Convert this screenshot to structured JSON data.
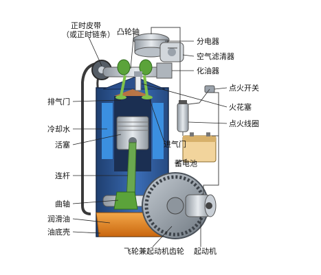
{
  "labels": {
    "timing_belt_line1": "正时皮带",
    "timing_belt_line2": "（或正时链条）",
    "camshaft": "凸轮轴",
    "distributor": "分电器",
    "air_filter": "空气滤清器",
    "carburetor": "化油器",
    "ignition_switch": "点火开关",
    "exhaust_valve": "排气门",
    "spark_plug": "火花塞",
    "ignition_coil": "点火线圈",
    "coolant": "冷却水",
    "intake_valve": "进气门",
    "piston": "活塞",
    "battery": "蓄电池",
    "connecting_rod": "连杆",
    "crankshaft": "曲轴",
    "lubricating_oil": "润滑油",
    "oil_pan": "油底壳",
    "flywheel_starter_gear": "飞轮兼起动机齿轮",
    "starter_motor": "起动机"
  },
  "colors": {
    "engine_block": "#2f5d9e",
    "coolant": "#3b8fe0",
    "oil": "#e8891e",
    "piston": "#d9dde3",
    "valves": "#7fc24a",
    "belt": "#3a3a3a",
    "battery": "#f2d49c",
    "leader_lines": "#222222"
  }
}
